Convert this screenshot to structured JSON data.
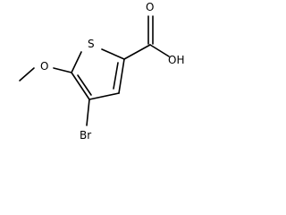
{
  "molecule": {
    "atoms": {
      "sulfur": "S",
      "hydroxyl": "OH",
      "carbonyl_oxygen": "O",
      "ether_oxygen": "O",
      "bromine": "Br"
    }
  },
  "colors": {
    "bond": "#000000",
    "label": "#000000",
    "background": "#ffffff"
  }
}
